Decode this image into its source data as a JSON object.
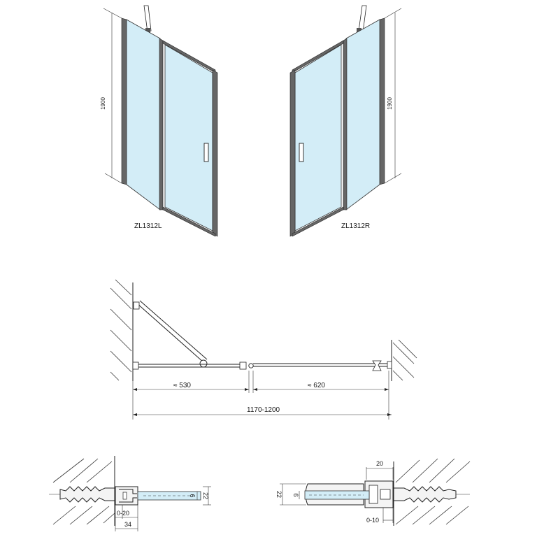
{
  "elevations": {
    "left": {
      "model": "ZL1312L",
      "height_label": "1900"
    },
    "right": {
      "model": "ZL1312R",
      "height_label": "1900"
    }
  },
  "plan": {
    "dim_fixed": "≈ 530",
    "dim_door": "≈ 620",
    "dim_total": "1170-1200"
  },
  "details": {
    "left": {
      "adjust": "0-20",
      "depth": "34",
      "glass": "6",
      "height": "22"
    },
    "right": {
      "width": "20",
      "adjust": "0-10",
      "glass": "6",
      "height": "22"
    }
  }
}
